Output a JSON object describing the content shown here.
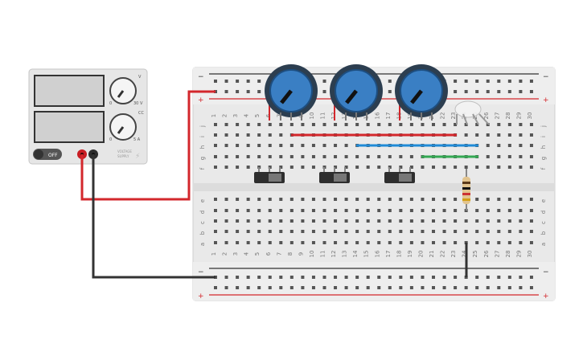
{
  "power_supply": {
    "dial_voltage": {
      "min": "0",
      "max": "30 V"
    },
    "dial_current": {
      "min": "0",
      "max": "5 A"
    },
    "voltage_marker": "V",
    "current_marker": "CC",
    "power_button_label": "OFF",
    "brand_text": "VOLTAGE\nSUPPLY",
    "lightning": "⚡"
  },
  "breadboard": {
    "columns": [
      "1",
      "2",
      "3",
      "4",
      "5",
      "6",
      "7",
      "8",
      "9",
      "10",
      "11",
      "12",
      "13",
      "14",
      "15",
      "16",
      "17",
      "18",
      "19",
      "20",
      "21",
      "22",
      "23",
      "24",
      "25",
      "26",
      "27",
      "28",
      "29",
      "30"
    ],
    "rows_top": [
      "j",
      "i",
      "h",
      "g",
      "f"
    ],
    "rows_bottom": [
      "e",
      "d",
      "c",
      "b",
      "a"
    ],
    "rail_minus": "−",
    "rail_plus": "+"
  },
  "colors": {
    "wire_red": "#d3272c",
    "wire_black": "#333333",
    "wire_blue": "#1f8ad6",
    "wire_green": "#34a853",
    "knob_blue": "#3a7fc4",
    "board": "#e9e9e9"
  },
  "components": {
    "potentiometers": 3,
    "slide_switches": 3,
    "rgb_led": 1,
    "resistor": 1
  }
}
